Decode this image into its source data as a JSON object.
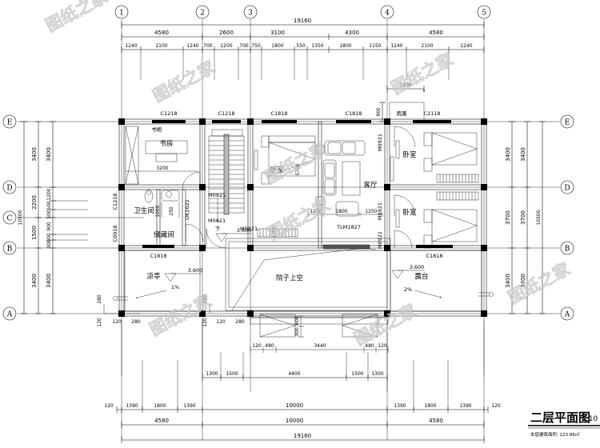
{
  "drawing": {
    "title": "二层平面图",
    "scale": "1:10",
    "area_note": "本层建筑面积: 123.86㎡"
  },
  "grid": {
    "columns": [
      "1",
      "2",
      "3",
      "4",
      "5"
    ],
    "rows": [
      "E",
      "D",
      "C",
      "B",
      "A"
    ]
  },
  "dimensions": {
    "top_overall": "19160",
    "top_bays": [
      "4580",
      "2600",
      "3100",
      "4300",
      "4580"
    ],
    "top_details": [
      "1240",
      "2100",
      "1240",
      "700",
      "1200",
      "700",
      "750",
      "1800",
      "550",
      "1350",
      "1800",
      "1150",
      "1240",
      "2100",
      "1240"
    ],
    "left_outer": "10500",
    "left_mid": [
      "3400",
      "2200",
      "1500",
      "3400"
    ],
    "left_inner": [
      "3400",
      "1200",
      "500",
      "500",
      "900",
      "300",
      "300",
      "3400"
    ],
    "right_inner": [
      "3400",
      "3700",
      "3400"
    ],
    "right_mid": [
      "3400",
      "3700",
      "3400"
    ],
    "right_outer": "10500",
    "bottom_row1": [
      "1300",
      "1500",
      "4400",
      "1500",
      "1300"
    ],
    "bottom_row2": [
      "120",
      "1390",
      "1800",
      "1390",
      "10000",
      "1390",
      "1800",
      "1390",
      "120"
    ],
    "bottom_row3": [
      "4580",
      "10000",
      "4580"
    ],
    "bottom_overall": "19160",
    "eave": "1500",
    "eave_depth": "900",
    "sofa_dims": [
      "1250",
      "1800",
      "1250"
    ],
    "bath_dims": [
      "1000",
      "250"
    ],
    "study_width": "3200",
    "bed_depth": "5700",
    "porch_dims": [
      "120",
      "280",
      "120",
      "280",
      "3440",
      "480",
      "120",
      "480",
      "120"
    ],
    "step_dims": [
      "600",
      "300"
    ],
    "door_offset": "1300"
  },
  "rooms": [
    {
      "name": "书房",
      "id": "study"
    },
    {
      "name": "书柜",
      "id": "bookcase"
    },
    {
      "name": "卫生间",
      "id": "bathroom"
    },
    {
      "name": "储藏间",
      "id": "storage"
    },
    {
      "name": "卧室",
      "id": "bedroom-center"
    },
    {
      "name": "客厅",
      "id": "living-room"
    },
    {
      "name": "卧室",
      "id": "bedroom-upper-right"
    },
    {
      "name": "卧室",
      "id": "bedroom-lower-right"
    },
    {
      "name": "凉亭",
      "id": "pavilion"
    },
    {
      "name": "院子上空",
      "id": "courtyard-void"
    },
    {
      "name": "露台",
      "id": "terrace"
    },
    {
      "name": "雨蓬",
      "id": "canopy"
    }
  ],
  "windows": [
    "C1218",
    "C1218",
    "C1818",
    "C1818",
    "C2118",
    "C1818",
    "C1818",
    "C1218",
    "C0918"
  ],
  "doors": [
    "M0921",
    "M0921",
    "M0921",
    "M0921",
    "M0921",
    "M0921",
    "DK1021",
    "TLM1827"
  ],
  "elevations": [
    {
      "value": "3.600",
      "id": "elev-pavilion"
    },
    {
      "value": "3.600",
      "id": "elev-stair"
    },
    {
      "value": "3.600",
      "id": "elev-terrace"
    },
    {
      "value": "3.600",
      "id": "elev-court"
    }
  ],
  "slopes": [
    {
      "value": "1%",
      "id": "slope-pavilion"
    },
    {
      "value": "2%",
      "id": "slope-terrace"
    }
  ],
  "annotations": {
    "stair_down": "下"
  },
  "watermark": "图纸之家"
}
